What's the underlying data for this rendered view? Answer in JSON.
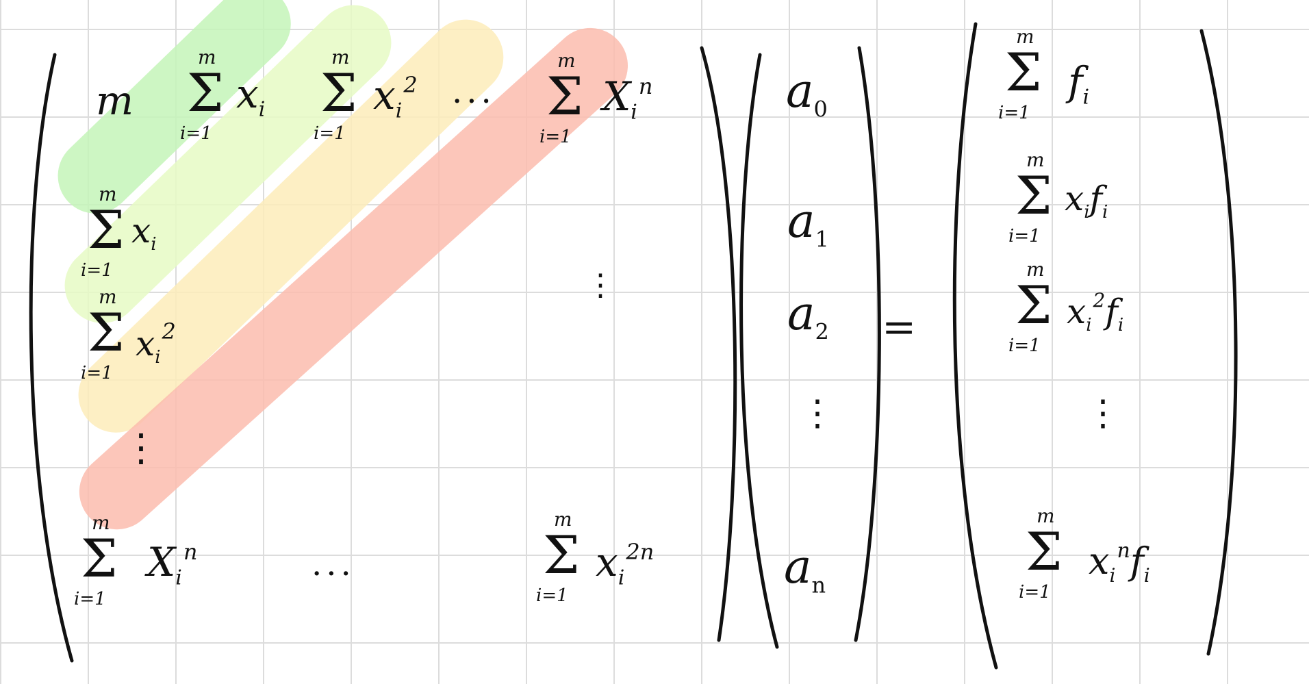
{
  "colors": {
    "band_green": "#bff5b3",
    "band_lightgreen": "#e6fac4",
    "band_yellow": "#fdecba",
    "band_red": "#fbbcae",
    "ink": "#111111",
    "grid": "#dcdcdc"
  },
  "matrix": {
    "row0": {
      "m": "m",
      "s1": {
        "sup": "m",
        "sub": "i=1",
        "term": "x",
        "termsub": "i",
        "pow": ""
      },
      "s2": {
        "sup": "m",
        "sub": "i=1",
        "term": "x",
        "termsub": "i",
        "pow": "2"
      },
      "dots": "...",
      "s3": {
        "sup": "m",
        "sub": "i=1",
        "term": "X",
        "termsub": "i",
        "pow": "n"
      }
    },
    "row1": {
      "sup": "m",
      "sub": "i=1",
      "term": "x",
      "termsub": "i",
      "pow": ""
    },
    "row2": {
      "sup": "m",
      "sub": "i=1",
      "term": "x",
      "termsub": "i",
      "pow": "2"
    },
    "vdots_left": "⋮",
    "vdots_right": "⋮",
    "rowN": {
      "s1": {
        "sup": "m",
        "sub": "i=1",
        "term": "X",
        "termsub": "i",
        "pow": "n"
      },
      "dots": "...",
      "s2": {
        "sup": "m",
        "sub": "i=1",
        "term": "x",
        "termsub": "i",
        "pow": "2n"
      }
    }
  },
  "vector_a": {
    "a0": {
      "base": "a",
      "idx": "0"
    },
    "a1": {
      "base": "a",
      "idx": "1"
    },
    "a2": {
      "base": "a",
      "idx": "2"
    },
    "vdots": "⋮",
    "an": {
      "base": "a",
      "idx": "n"
    }
  },
  "equals": "=",
  "rhs": {
    "r0": {
      "sup": "m",
      "sub": "i=1",
      "term": "f",
      "termsub": "i",
      "pow": "",
      "extra": ""
    },
    "r1": {
      "sup": "m",
      "sub": "i=1",
      "term": "x",
      "termsub": "i",
      "pow": "",
      "extra": "f"
    },
    "r2": {
      "sup": "m",
      "sub": "i=1",
      "term": "x",
      "termsub": "i",
      "pow": "2",
      "extra": "f"
    },
    "vdots": "⋮",
    "rn": {
      "sup": "m",
      "sub": "i=1",
      "term": "x",
      "termsub": "i",
      "pow": "n",
      "extra": "f"
    }
  }
}
